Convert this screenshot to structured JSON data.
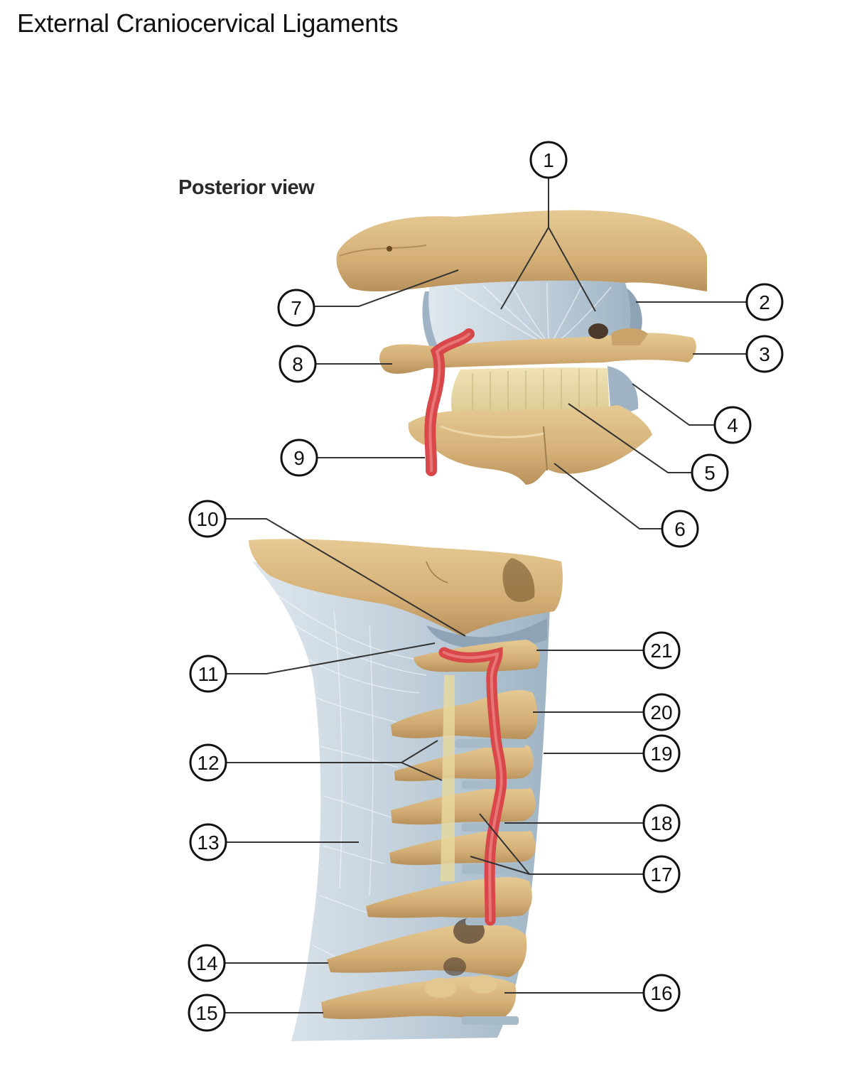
{
  "title": "External Craniocervical Ligaments",
  "view_label": "Posterior view",
  "colors": {
    "bone": "#d9b77e",
    "bone_dark": "#b08a4e",
    "ligament": "#c9d6e0",
    "ligament_dark": "#8fa5b6",
    "artery": "#d8474a",
    "leader": "#333333"
  },
  "callouts": [
    {
      "label": "1"
    },
    {
      "label": "2"
    },
    {
      "label": "3"
    },
    {
      "label": "4"
    },
    {
      "label": "5"
    },
    {
      "label": "6"
    },
    {
      "label": "7"
    },
    {
      "label": "8"
    },
    {
      "label": "9"
    },
    {
      "label": "10"
    },
    {
      "label": "11"
    },
    {
      "label": "12"
    },
    {
      "label": "13"
    },
    {
      "label": "14"
    },
    {
      "label": "15"
    },
    {
      "label": "16"
    },
    {
      "label": "17"
    },
    {
      "label": "18"
    },
    {
      "label": "19"
    },
    {
      "label": "20"
    },
    {
      "label": "21"
    }
  ]
}
